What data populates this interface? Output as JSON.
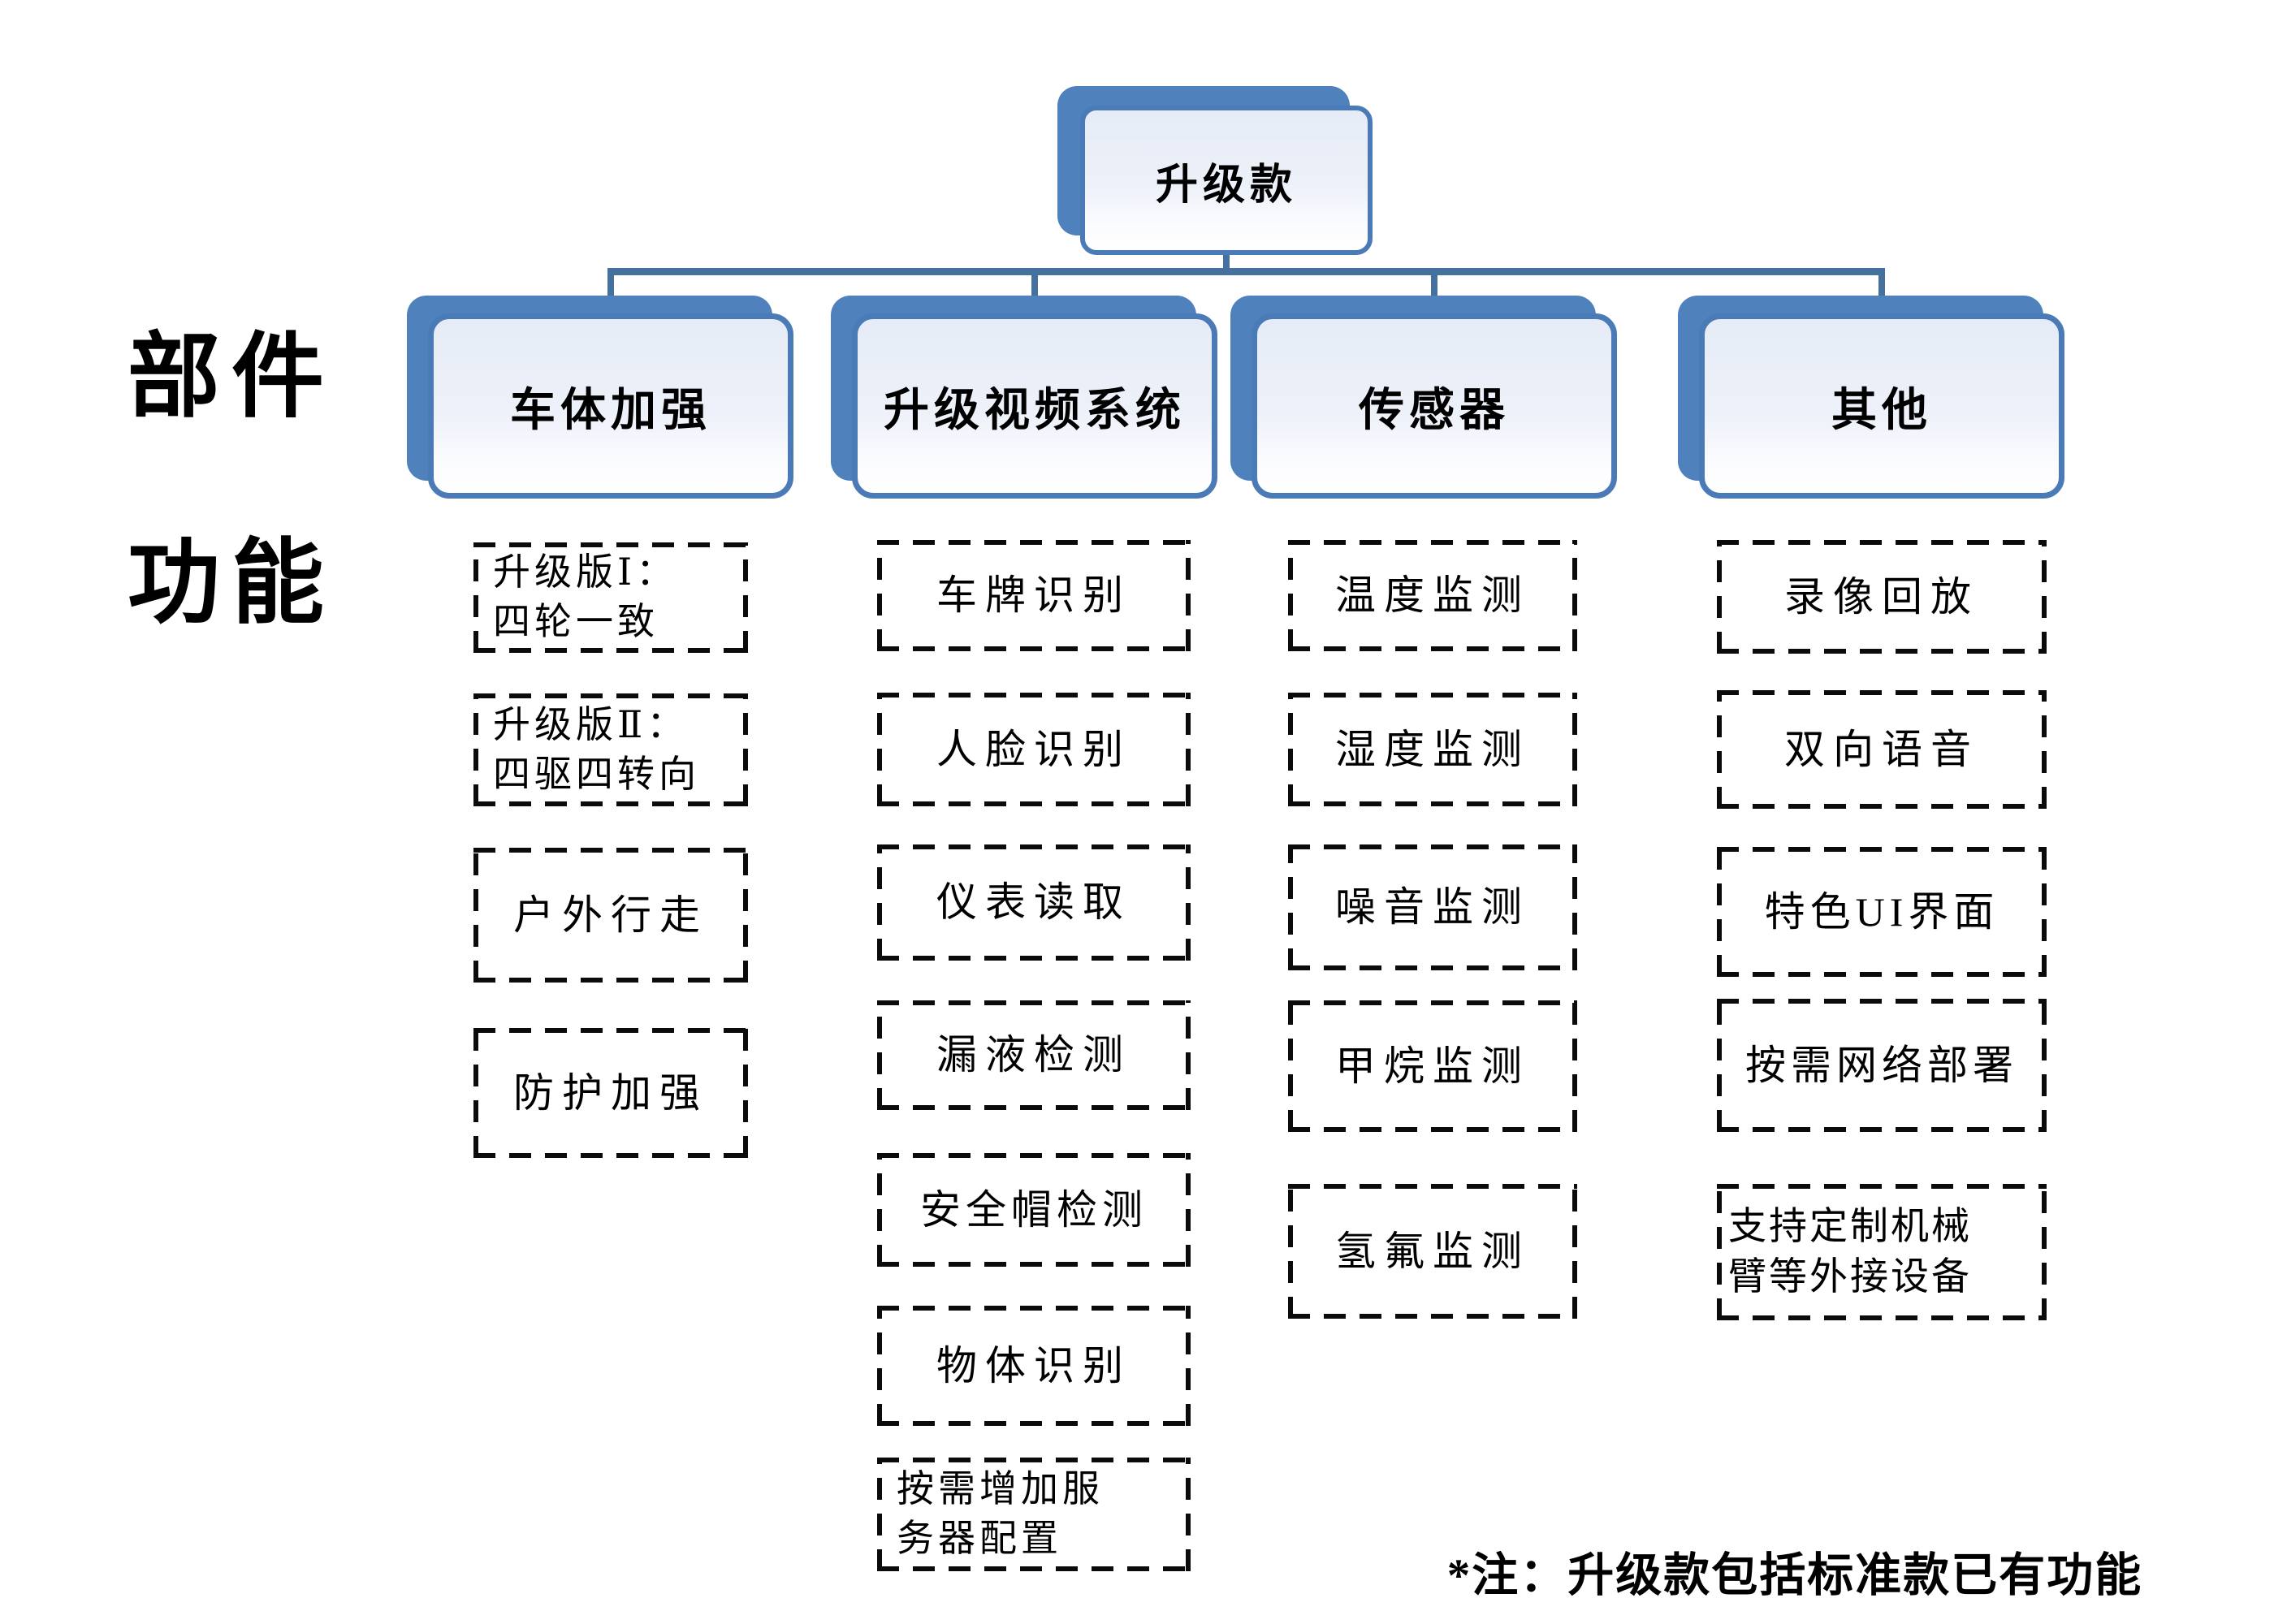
{
  "root_label": "升级款",
  "side_labels": {
    "components": "部件",
    "functions": "功能"
  },
  "columns": [
    {
      "header": "车体加强",
      "items": [
        "升级版Ⅰ：\n四轮一致",
        "升级版Ⅱ：\n四驱四转向",
        "户外行走",
        "防护加强"
      ]
    },
    {
      "header": "升级视频系统",
      "items": [
        "车牌识别",
        "人脸识别",
        "仪表读取",
        "漏液检测",
        "安全帽检测",
        "物体识别",
        "按需增加服\n务器配置"
      ]
    },
    {
      "header": "传感器",
      "items": [
        "温度监测",
        "湿度监测",
        "噪音监测",
        "甲烷监测",
        "氢氟监测"
      ]
    },
    {
      "header": "其他",
      "items": [
        "录像回放",
        "双向语音",
        "特色UI界面",
        "按需网络部署",
        "支持定制机械\n臂等外接设备"
      ]
    }
  ],
  "footnote": "*注：升级款包括标准款已有功能",
  "colors": {
    "shadow_blue": "#4f81bd",
    "border_blue": "#4a7bb7",
    "box_fill_light": "#ecf0f9",
    "connector_blue": "#44719e",
    "dash_black": "#0b0b0b"
  }
}
